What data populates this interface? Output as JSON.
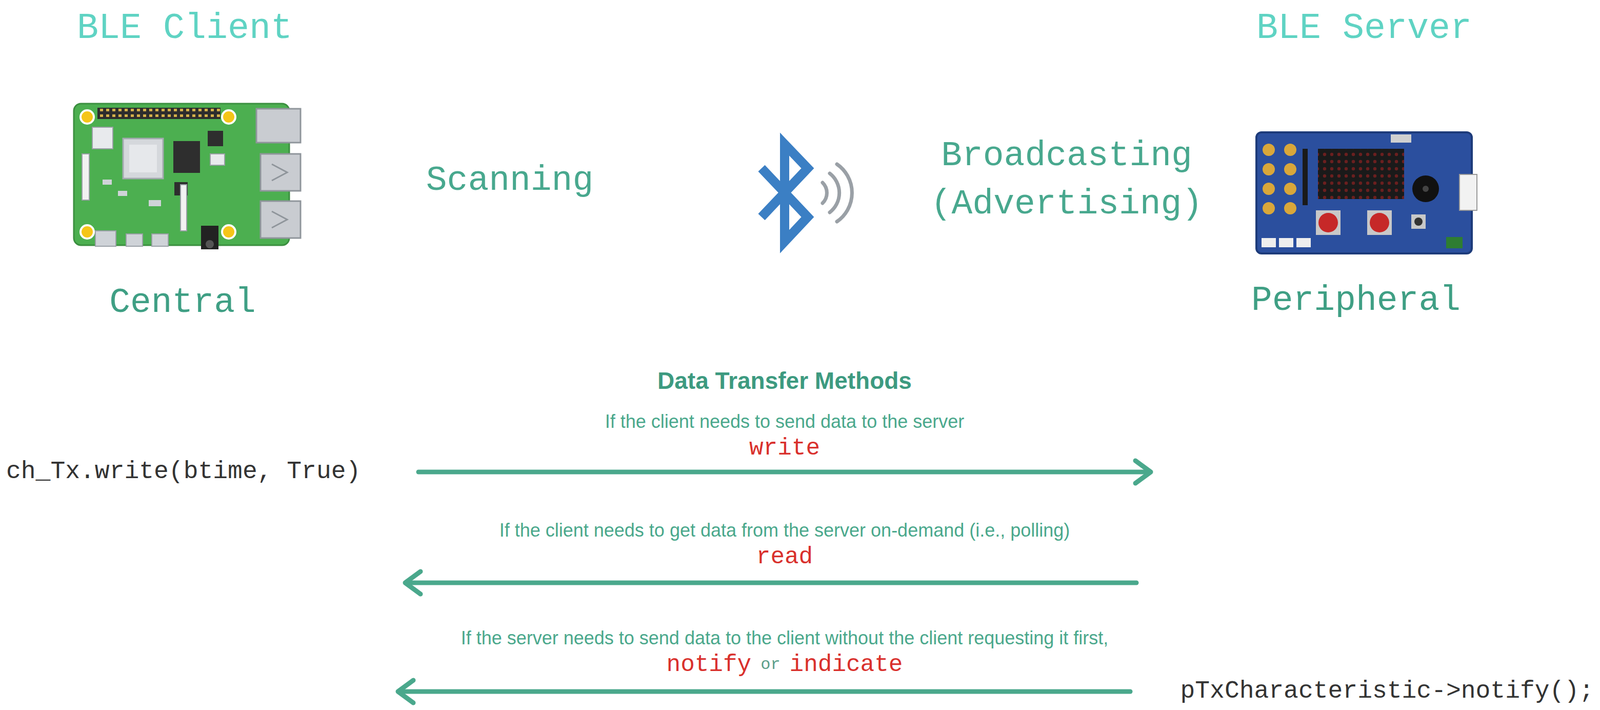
{
  "diagram": {
    "labels": [
      "BLE Client",
      "BLE Server",
      "Scanning",
      "Broadcasting (Advertising)",
      "Central",
      "Peripheral",
      "Data Transfer Methods",
      "If the client needs to send data to the server",
      "write",
      "ch_Tx.write(btime, True)",
      "If the client needs to get data from the server on-demand (i.e., polling)",
      "read",
      "If the server needs to send data to the client without the client requesting it first,",
      "notify",
      "or",
      "indicate",
      "pTxCharacteristic->notify();"
    ]
  }
}
